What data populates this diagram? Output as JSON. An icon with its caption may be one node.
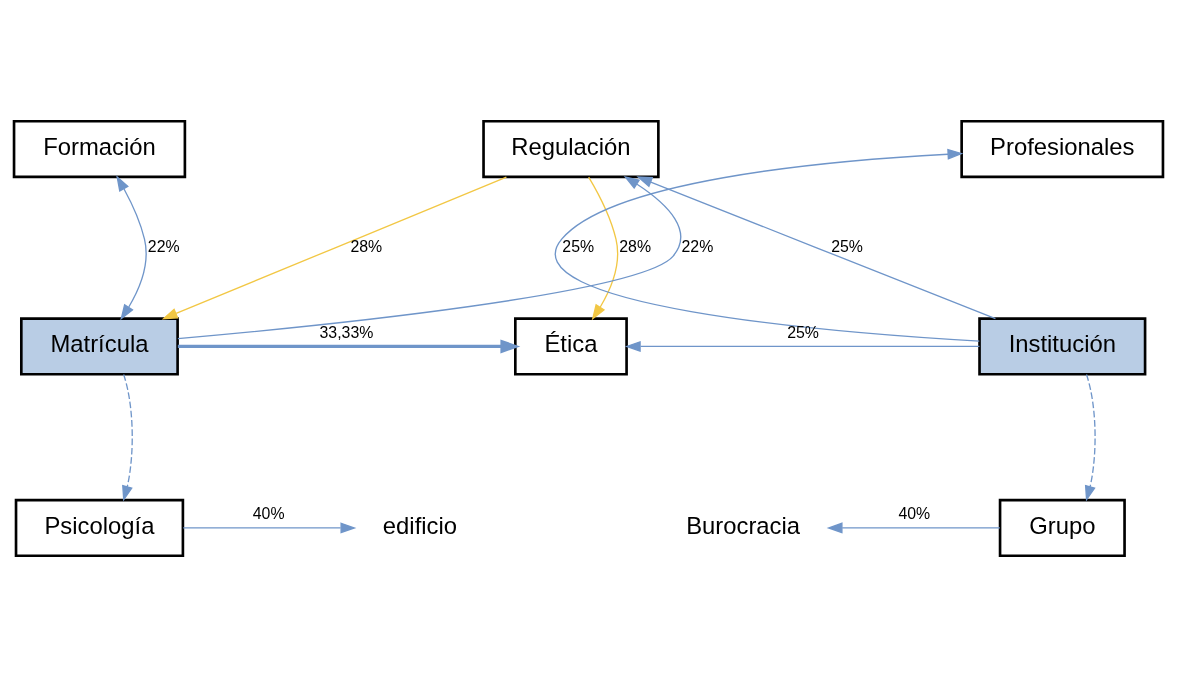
{
  "diagram": {
    "nodes": [
      {
        "text": [
          "Formación"
        ]
      },
      {
        "text": [
          "Regulación"
        ]
      },
      {
        "text": [
          "Profesionales"
        ]
      },
      {
        "text": [
          "Matrícula"
        ]
      },
      {
        "text": [
          "Ética"
        ]
      },
      {
        "text": [
          "Institución"
        ]
      },
      {
        "text": [
          "Psicología"
        ]
      },
      {
        "text": [
          "edificio"
        ]
      },
      {
        "text": [
          "Burocracia"
        ]
      },
      {
        "text": [
          "Grupo"
        ]
      }
    ],
    "edges": [
      {
        "from": 3,
        "to": 0,
        "arrow": "both",
        "label": "22%"
      },
      {
        "from": 1,
        "to": 3,
        "arrow": "to",
        "label": "28%",
        "color": "#f2c744"
      },
      {
        "from": 3,
        "to": 1,
        "arrow": "to",
        "label": "22%"
      },
      {
        "from": 1,
        "to": 4,
        "arrow": "to",
        "label": "28%",
        "color": "#f2c744"
      },
      {
        "from": 5,
        "to": 1,
        "arrow": "to",
        "label": "25%"
      },
      {
        "from": 5,
        "to": 2,
        "arrow": "to",
        "label": "25%"
      },
      {
        "from": 3,
        "to": 4,
        "arrow": "to",
        "label": "33,33%",
        "style": "thick"
      },
      {
        "from": 5,
        "to": 4,
        "arrow": "to",
        "label": "25%"
      },
      {
        "from": 3,
        "to": 6,
        "arrow": "to",
        "style": "dashed"
      },
      {
        "from": 5,
        "to": 9,
        "arrow": "to",
        "style": "dashed"
      },
      {
        "from": 6,
        "to": 7,
        "arrow": "to",
        "label": "40%"
      },
      {
        "from": 9,
        "to": 8,
        "arrow": "to",
        "label": "40%"
      }
    ]
  }
}
